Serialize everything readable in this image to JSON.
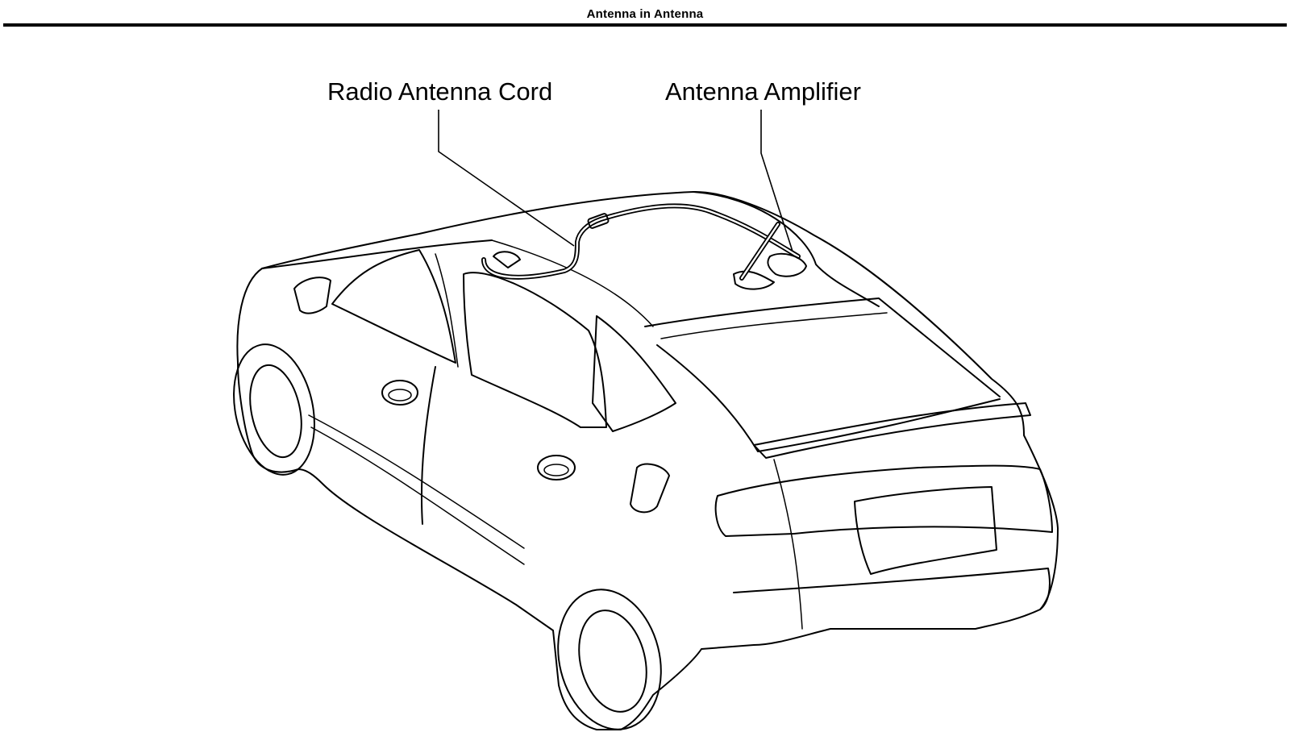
{
  "header": {
    "title": "Antenna in Antenna"
  },
  "callouts": {
    "radio_antenna_cord": "Radio Antenna Cord",
    "antenna_amplifier": "Antenna Amplifier"
  },
  "colors": {
    "ink": "#000000",
    "paper": "#ffffff"
  }
}
